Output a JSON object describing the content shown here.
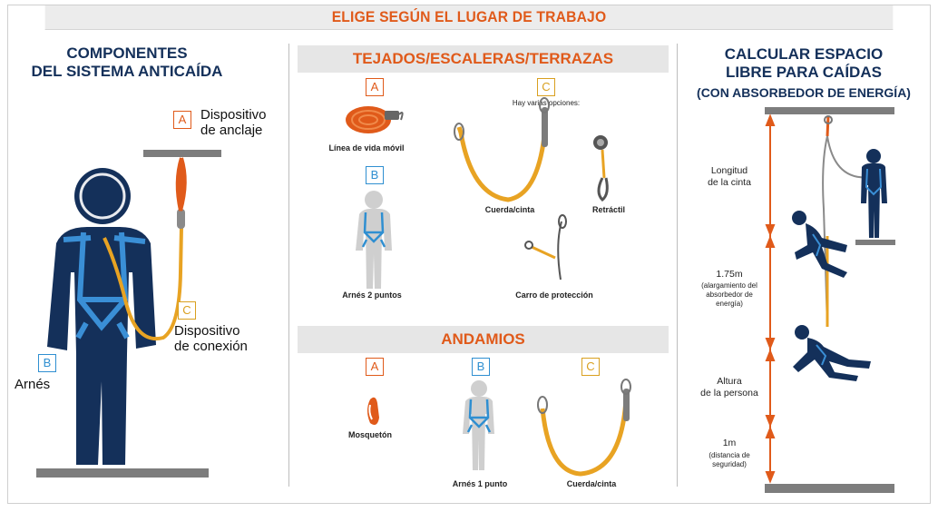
{
  "header": {
    "title": "ELIGE SEGÚN EL LUGAR DE TRABAJO"
  },
  "left": {
    "title_line1": "COMPONENTES",
    "title_line2": "DEL SISTEMA ANTICAÍDA",
    "badge_a": "A",
    "anchor_line1": "Dispositivo",
    "anchor_line2": "de anclaje",
    "badge_c": "C",
    "connector_line1": "Dispositivo",
    "connector_line2": "de conexión",
    "badge_b": "B",
    "harness": "Arnés"
  },
  "middle": {
    "section1_title": "TEJADOS/ESCALERAS/TERRAZAS",
    "section2_title": "ANDAMIOS",
    "options_note": "Hay varias opciones:",
    "s1_badge_a": "A",
    "s1_badge_b": "B",
    "s1_badge_c": "C",
    "item_lifeline": "Línea de vida móvil",
    "item_harness2": "Arnés 2 puntos",
    "item_rope": "Cuerda/cinta",
    "item_retractable": "Retráctil",
    "item_trolley": "Carro de protección",
    "s2_badge_a": "A",
    "s2_badge_b": "B",
    "s2_badge_c": "C",
    "item_carabiner": "Mosquetón",
    "item_harness1": "Arnés 1 punto",
    "item_rope2": "Cuerda/cinta"
  },
  "right": {
    "title_line1": "CALCULAR ESPACIO",
    "title_line2": "LIBRE PARA CAÍDAS",
    "title_line3": "(CON ABSORBEDOR DE ENERGÍA)",
    "seg1_line1": "Longitud",
    "seg1_line2": "de la cinta",
    "seg2_value": "1.75m",
    "seg2_note1": "(alargamiento del",
    "seg2_note2": "absorbedor de",
    "seg2_note3": "energía)",
    "seg3_line1": "Altura",
    "seg3_line2": "de la persona",
    "seg4_value": "1m",
    "seg4_note1": "(distancia de",
    "seg4_note2": "seguridad)"
  },
  "colors": {
    "navy": "#14305a",
    "orange": "#e05a1a",
    "blue": "#2f8fd1",
    "gold": "#d9a020",
    "grey": "#8a8a8a"
  }
}
